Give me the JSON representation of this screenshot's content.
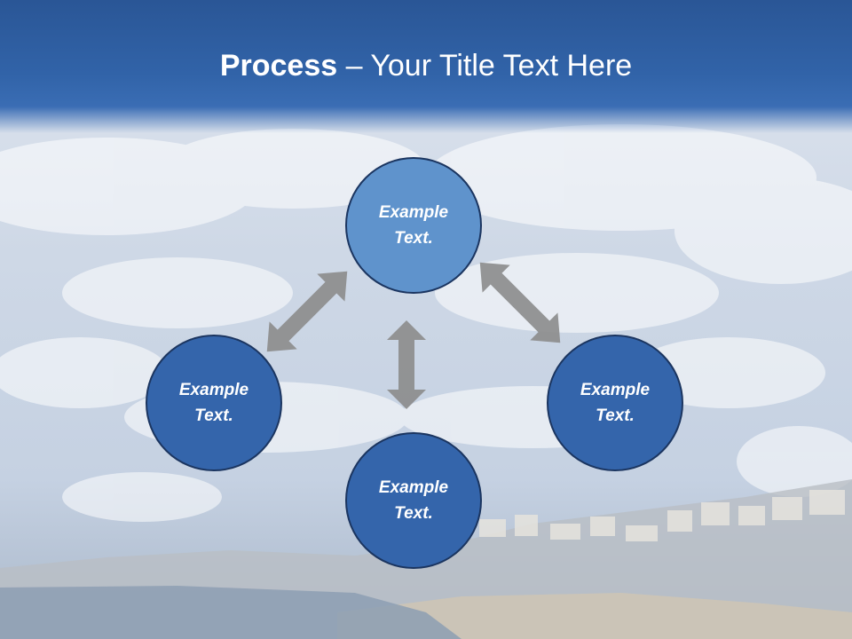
{
  "slide": {
    "title_bold": "Process",
    "title_rest": " – Your Title Text Here"
  },
  "diagram": {
    "nodes": [
      {
        "id": "top",
        "line1": "Example",
        "line2": "Text."
      },
      {
        "id": "left",
        "line1": "Example",
        "line2": "Text."
      },
      {
        "id": "right",
        "line1": "Example",
        "line2": "Text."
      },
      {
        "id": "bottom",
        "line1": "Example",
        "line2": "Text."
      }
    ]
  },
  "colors": {
    "title_bar": "#3163a8",
    "node_light": "#5f93cc",
    "node_dark": "#3465ab",
    "node_border": "#1b3560",
    "arrow": "#8c8c8c"
  }
}
